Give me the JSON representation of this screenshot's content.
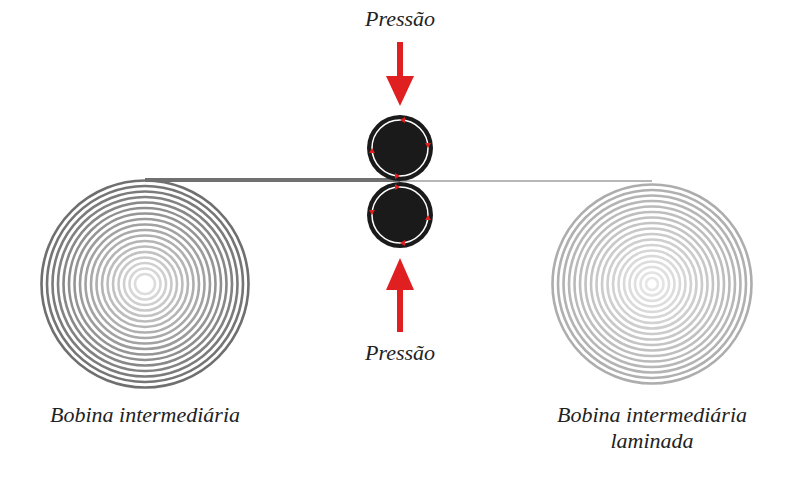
{
  "diagram": {
    "labels": [
      "Pressão",
      "Pressão",
      "Bobina intermediária",
      "Bobina intermediária laminada"
    ]
  }
}
